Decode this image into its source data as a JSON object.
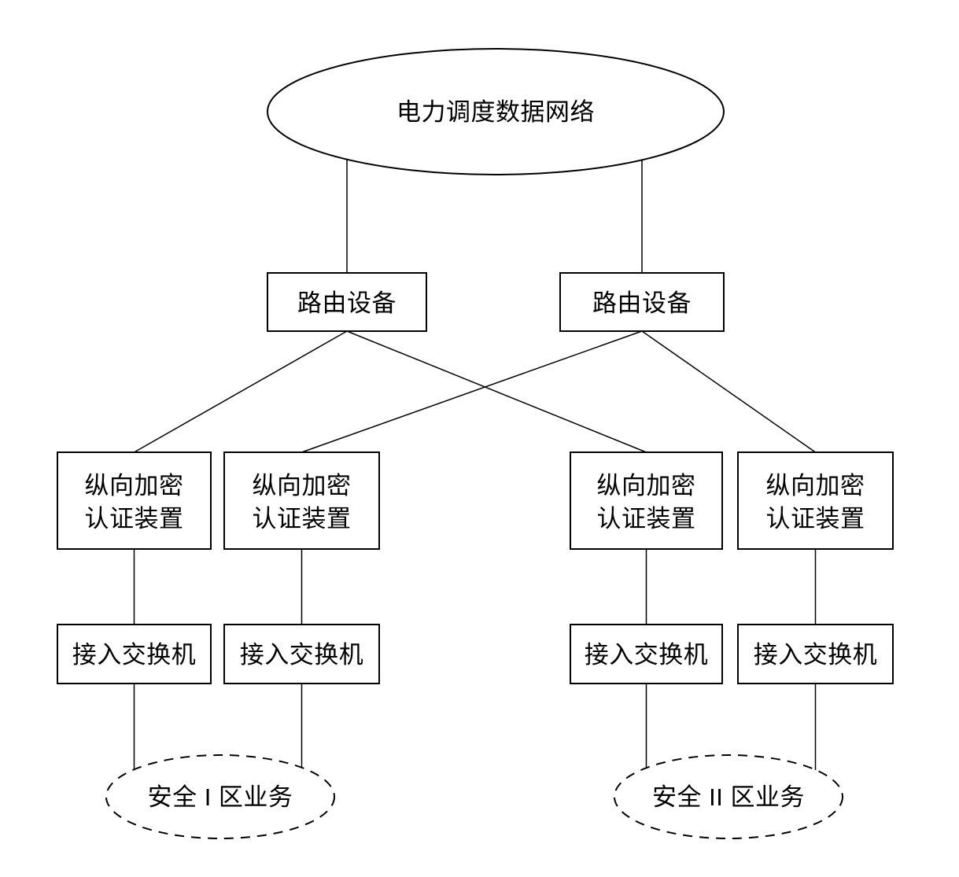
{
  "diagram": {
    "type": "network-topology",
    "colors": {
      "background": "#ffffff",
      "stroke": "#000000",
      "text": "#000000"
    },
    "nodes": {
      "cloud": {
        "label": "电力调度数据网络"
      },
      "router_left": {
        "label": "路由设备"
      },
      "router_right": {
        "label": "路由设备"
      },
      "encryptor_1": {
        "line1": "纵向加密",
        "line2": "认证装置"
      },
      "encryptor_2": {
        "line1": "纵向加密",
        "line2": "认证装置"
      },
      "encryptor_3": {
        "line1": "纵向加密",
        "line2": "认证装置"
      },
      "encryptor_4": {
        "line1": "纵向加密",
        "line2": "认证装置"
      },
      "switch_1": {
        "label": "接入交换机"
      },
      "switch_2": {
        "label": "接入交换机"
      },
      "switch_3": {
        "label": "接入交换机"
      },
      "switch_4": {
        "label": "接入交换机"
      },
      "zone_1": {
        "label": "安全 I 区业务"
      },
      "zone_2": {
        "label": "安全 II 区业务"
      }
    },
    "edges": [
      "cloud-router_left",
      "cloud-router_right",
      "router_left-encryptor_1",
      "router_left-encryptor_3",
      "router_right-encryptor_2",
      "router_right-encryptor_4",
      "encryptor_1-switch_1",
      "encryptor_2-switch_2",
      "encryptor_3-switch_3",
      "encryptor_4-switch_4",
      "switch_1-zone_1",
      "switch_2-zone_1",
      "switch_3-zone_2",
      "switch_4-zone_2"
    ]
  }
}
